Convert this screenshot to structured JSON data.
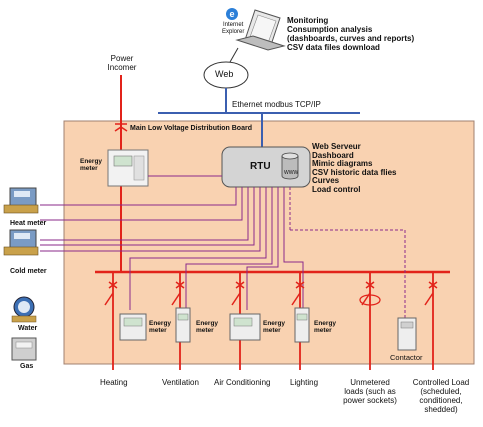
{
  "monitoring": {
    "title": "Monitoring",
    "line1": "Consumption  analysis",
    "line2": "(dashboards, curves and reports)",
    "line3": "CSV data files download"
  },
  "browser": {
    "label_1": "Internet",
    "label_2": "Explorer"
  },
  "web_node": "Web",
  "ethernet": "Ethernet modbus TCP/IP",
  "power_incomer": {
    "line1": "Power",
    "line2": "Incomer"
  },
  "board_title": "Main Low Voltage Distribution Board",
  "rtu": {
    "label": "RTU",
    "db_label": "WWW"
  },
  "rtu_features": [
    "Web Serveur",
    "Dashboard",
    "Mimic diagrams",
    "CSV historic data flies",
    "Curves",
    "Load control"
  ],
  "energy_meter": {
    "line1": "Energy",
    "line2": "meter"
  },
  "heat_meter": "Heat meter",
  "cold_meter": "Cold meter",
  "water": "Water",
  "gas": "Gas",
  "contactor": "Contactor",
  "loads": {
    "heating": "Heating",
    "ventilation": "Ventilation",
    "air_conditioning": "Air Conditioning",
    "lighting": "Lighting",
    "unmetered": [
      "Unmetered",
      "loads (such as",
      "power sockets)"
    ],
    "controlled": [
      "Controlled Load",
      "(scheduled,",
      "conditioned,",
      "shedded)"
    ]
  },
  "colors": {
    "board_fill": "#f9d2b1",
    "board_border": "#a08070",
    "power_line": "#e2231a",
    "ethernet_line": "#3b5fb0",
    "signal_line": "#8a2a8a",
    "rtu_fill": "#d4d4d4"
  }
}
